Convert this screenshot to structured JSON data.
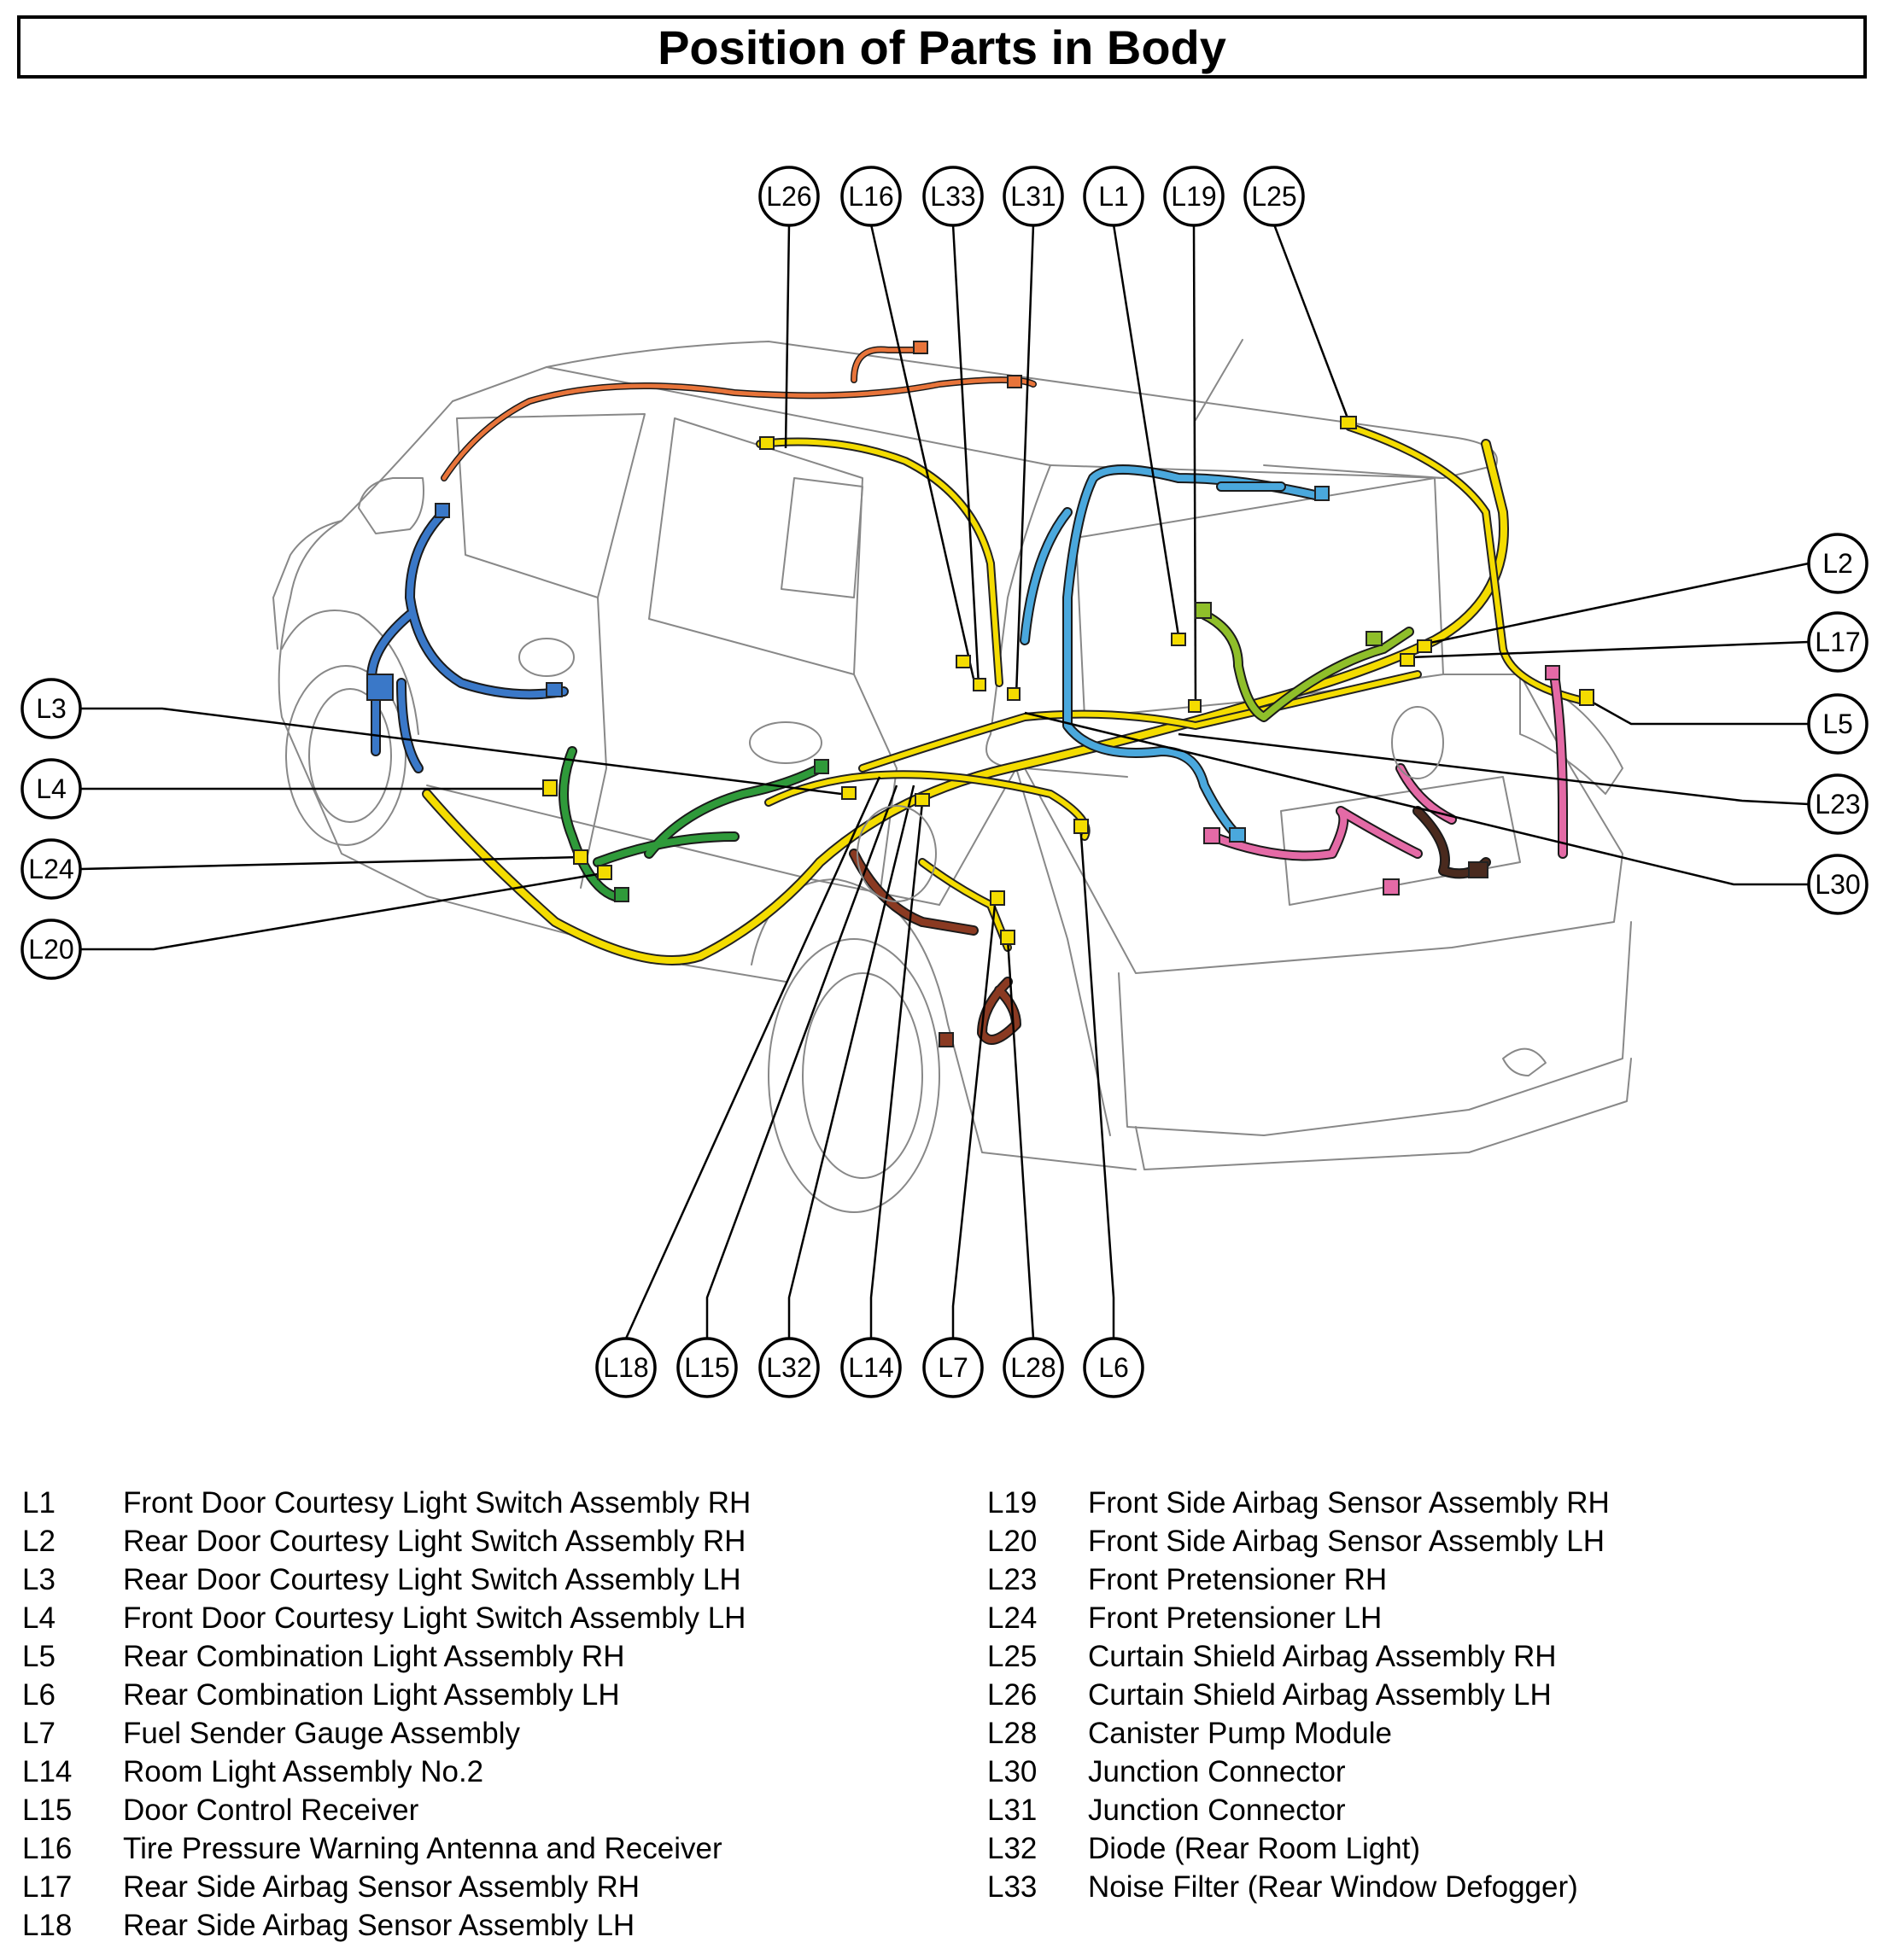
{
  "title": "Position of Parts in Body",
  "colors": {
    "yellow": "#f4dc00",
    "blue": "#3a78c8",
    "light_blue": "#4aa8dd",
    "green": "#2f9a3a",
    "olive": "#8fbf2a",
    "orange": "#e8743a",
    "pink": "#e46aa6",
    "brown": "#8a3a22",
    "dark_brown": "#4a2a1e",
    "outline": "#888888"
  },
  "callouts_top": [
    "L26",
    "L16",
    "L33",
    "L31",
    "L1",
    "L19",
    "L25"
  ],
  "callouts_right": [
    "L2",
    "L17",
    "L5",
    "L23",
    "L30"
  ],
  "callouts_left": [
    "L3",
    "L4",
    "L24",
    "L20"
  ],
  "callouts_bottom": [
    "L18",
    "L15",
    "L32",
    "L14",
    "L7",
    "L28",
    "L6"
  ],
  "legend_left": [
    {
      "code": "L1",
      "name": "Front Door Courtesy Light Switch Assembly RH"
    },
    {
      "code": "L2",
      "name": "Rear Door Courtesy Light Switch Assembly RH"
    },
    {
      "code": "L3",
      "name": "Rear Door Courtesy Light Switch Assembly LH"
    },
    {
      "code": "L4",
      "name": "Front Door Courtesy Light Switch Assembly LH"
    },
    {
      "code": "L5",
      "name": "Rear Combination Light Assembly RH"
    },
    {
      "code": "L6",
      "name": "Rear Combination Light Assembly LH"
    },
    {
      "code": "L7",
      "name": "Fuel Sender Gauge Assembly"
    },
    {
      "code": "L14",
      "name": "Room Light Assembly No.2"
    },
    {
      "code": "L15",
      "name": "Door Control Receiver"
    },
    {
      "code": "L16",
      "name": "Tire Pressure Warning Antenna and Receiver"
    },
    {
      "code": "L17",
      "name": "Rear Side Airbag Sensor Assembly RH"
    },
    {
      "code": "L18",
      "name": "Rear Side Airbag Sensor Assembly LH"
    }
  ],
  "legend_right": [
    {
      "code": "L19",
      "name": "Front Side Airbag Sensor Assembly RH"
    },
    {
      "code": "L20",
      "name": "Front Side Airbag Sensor Assembly LH"
    },
    {
      "code": "L23",
      "name": "Front Pretensioner RH"
    },
    {
      "code": "L24",
      "name": "Front Pretensioner LH"
    },
    {
      "code": "L25",
      "name": "Curtain Shield Airbag Assembly RH"
    },
    {
      "code": "L26",
      "name": "Curtain Shield Airbag Assembly LH"
    },
    {
      "code": "L28",
      "name": "Canister Pump Module"
    },
    {
      "code": "L30",
      "name": "Junction Connector"
    },
    {
      "code": "L31",
      "name": "Junction Connector"
    },
    {
      "code": "L32",
      "name": "Diode (Rear Room Light)"
    },
    {
      "code": "L33",
      "name": "Noise Filter (Rear Window Defogger)"
    }
  ]
}
